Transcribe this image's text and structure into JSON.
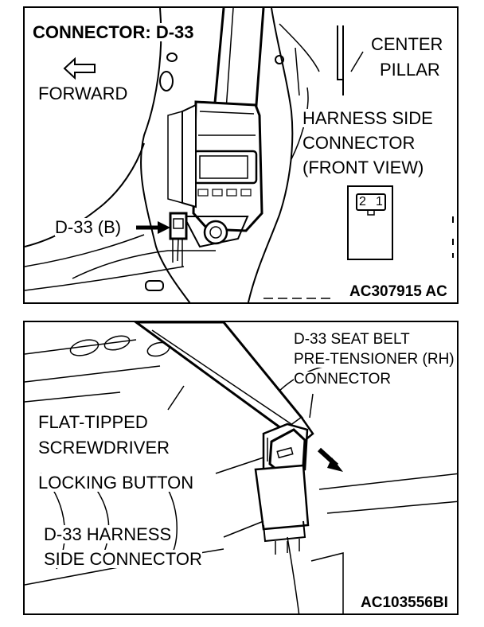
{
  "top": {
    "title": "CONNECTOR: D-33",
    "forward": "FORWARD",
    "center_pillar": [
      "CENTER",
      "PILLAR"
    ],
    "harness_side": [
      "HARNESS SIDE",
      "CONNECTOR",
      "(FRONT VIEW)"
    ],
    "pins": [
      "2",
      "1"
    ],
    "connector_tag": "D-33 (B)",
    "code": "AC307915 AC"
  },
  "bottom": {
    "pretensioner": [
      "D-33 SEAT BELT",
      "PRE-TENSIONER (RH)",
      "CONNECTOR"
    ],
    "screwdriver": [
      "FLAT-TIPPED",
      "SCREWDRIVER"
    ],
    "locking_button": "LOCKING BUTTON",
    "harness_connector": [
      "D-33 HARNESS",
      "SIDE CONNECTOR"
    ],
    "code": "AC103556BI"
  }
}
